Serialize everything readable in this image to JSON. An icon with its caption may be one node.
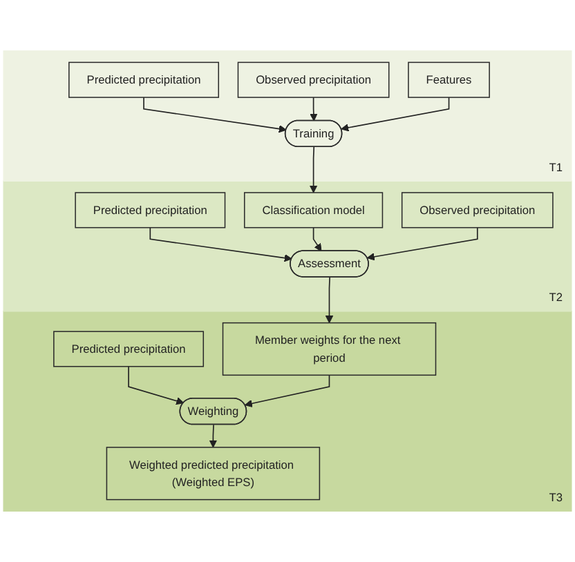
{
  "diagram": {
    "nodes": [
      {
        "text": [
          "T1"
        ]
      },
      {
        "text": [
          "Predicted precipitation"
        ],
        "in": 0
      },
      {
        "text": [
          "Observed precipitation"
        ],
        "in": 0
      },
      {
        "text": [
          "Features"
        ],
        "in": 0
      },
      {
        "text": [
          "Training"
        ],
        "in": 0
      },
      {
        "text": [
          "T2"
        ]
      },
      {
        "text": [
          "Predicted precipitation"
        ],
        "in": 5
      },
      {
        "text": [
          "Classification model"
        ],
        "in": 5
      },
      {
        "text": [
          "Observed precipitation"
        ],
        "in": 5
      },
      {
        "text": [
          "Assessment"
        ],
        "in": 5
      },
      {
        "text": [
          "T3"
        ]
      },
      {
        "text": [
          "Predicted precipitation"
        ],
        "in": 10
      },
      {
        "text": [
          "Member weights for the next period"
        ],
        "in": 10
      },
      {
        "text": [
          "Weighting"
        ],
        "in": 10
      },
      {
        "text": [
          "Weighted predicted precipitation (Weighted EPS)"
        ],
        "in": 10
      }
    ],
    "edges": [
      {
        "from": 1,
        "to": 4,
        "arrow": "to"
      },
      {
        "from": 2,
        "to": 4,
        "arrow": "to"
      },
      {
        "from": 3,
        "to": 4,
        "arrow": "to"
      },
      {
        "from": 4,
        "to": 7,
        "arrow": "to"
      },
      {
        "from": 6,
        "to": 9,
        "arrow": "to"
      },
      {
        "from": 7,
        "to": 9,
        "arrow": "to"
      },
      {
        "from": 8,
        "to": 9,
        "arrow": "to"
      },
      {
        "from": 9,
        "to": 12,
        "arrow": "to"
      },
      {
        "from": 11,
        "to": 13,
        "arrow": "to"
      },
      {
        "from": 12,
        "to": 13,
        "arrow": "to"
      },
      {
        "from": 13,
        "to": 14,
        "arrow": "to"
      }
    ]
  }
}
